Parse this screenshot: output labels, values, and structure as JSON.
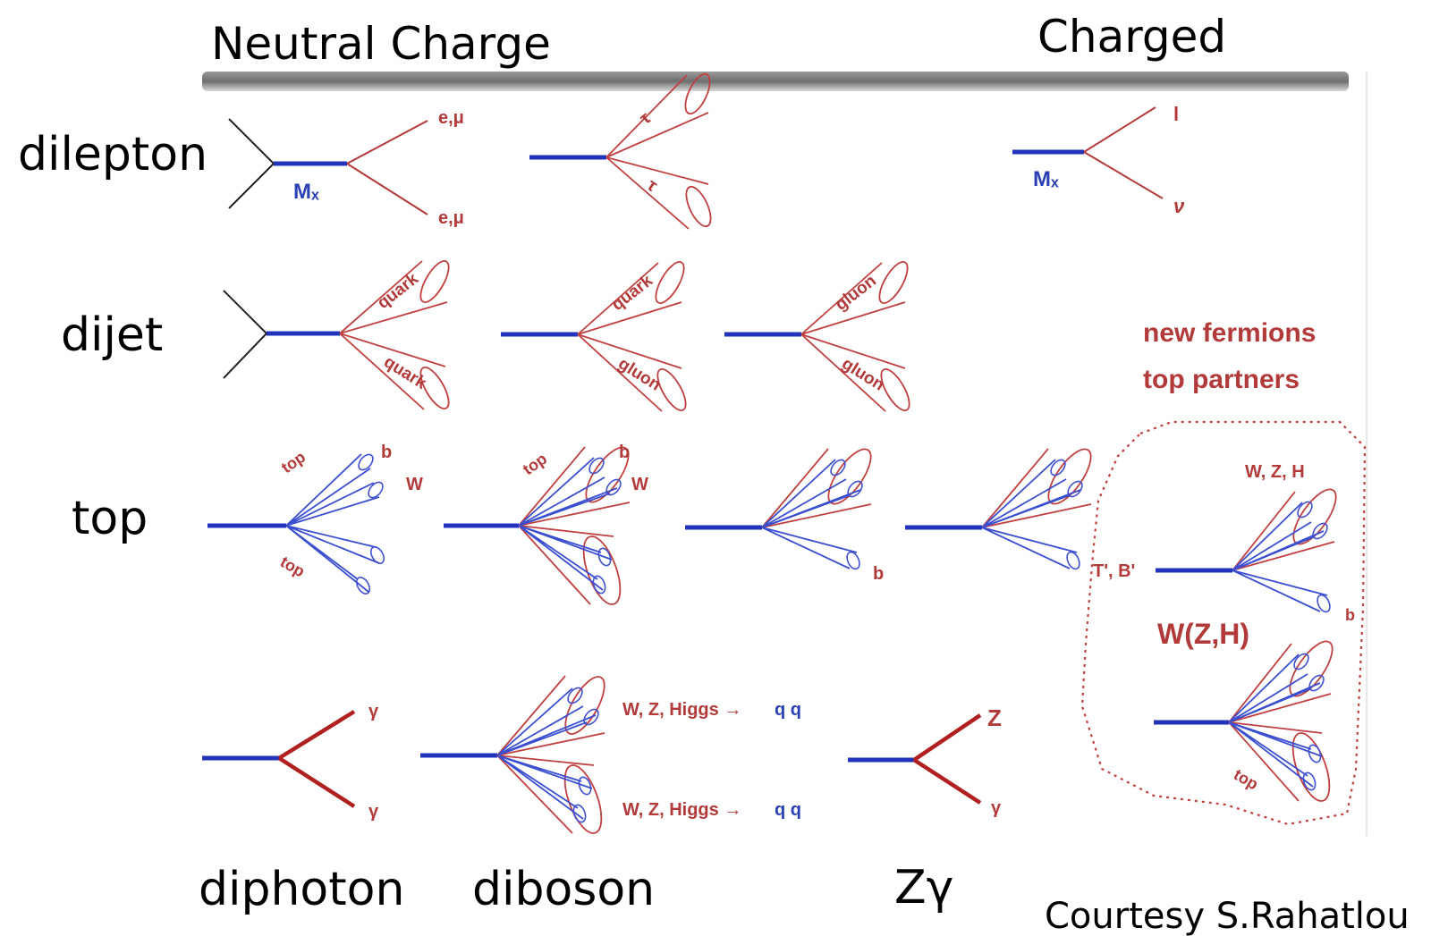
{
  "header": {
    "neutral": "Neutral Charge",
    "charged": "Charged"
  },
  "rows": {
    "dilepton": "dilepton",
    "dijet": "dijet",
    "top": "top"
  },
  "columns": {
    "diphoton": "diphoton",
    "diboson": "diboson",
    "zgamma": "Zγ"
  },
  "labels": {
    "e_mu": "e,μ",
    "mx": "Mₓ",
    "tau": "τ",
    "l": "l",
    "nu": "ν",
    "quark": "quark",
    "gluon": "gluon",
    "top": "top",
    "b": "b",
    "W": "W",
    "WZH": "W, Z, H",
    "T_B": "T', B'",
    "WZH2": "W(Z,H)",
    "gamma": "γ",
    "Z": "Z",
    "wz_higgs": "W, Z, Higgs →",
    "qq": "q q"
  },
  "annotations": {
    "new_fermions": "new fermions",
    "top_partners": "top partners"
  },
  "credit": "Courtesy S.Rahatlou",
  "colors": {
    "red": "#b23a3a",
    "blue": "#2233bb",
    "text": "#000000"
  }
}
